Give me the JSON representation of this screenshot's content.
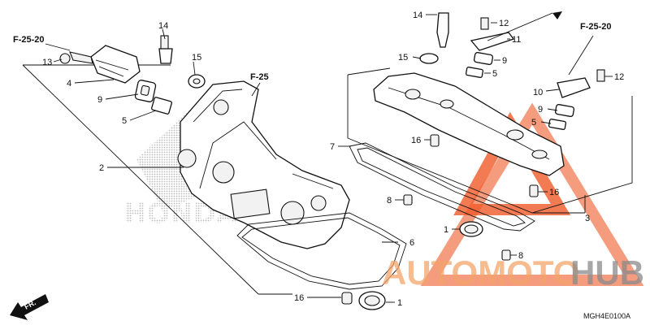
{
  "diagram": {
    "callouts": [
      {
        "id": "c14a",
        "text": "14"
      },
      {
        "id": "c15a",
        "text": "15"
      },
      {
        "id": "c13",
        "text": "13"
      },
      {
        "id": "c4",
        "text": "4"
      },
      {
        "id": "c9a",
        "text": "9"
      },
      {
        "id": "c5a",
        "text": "5"
      },
      {
        "id": "c2",
        "text": "2"
      },
      {
        "id": "c16a",
        "text": "16"
      },
      {
        "id": "c6",
        "text": "6"
      },
      {
        "id": "c1a",
        "text": "1"
      },
      {
        "id": "c14b",
        "text": "14"
      },
      {
        "id": "c12a",
        "text": "12"
      },
      {
        "id": "c11",
        "text": "11"
      },
      {
        "id": "c15b",
        "text": "15"
      },
      {
        "id": "c9b",
        "text": "9"
      },
      {
        "id": "c5b",
        "text": "5"
      },
      {
        "id": "c10",
        "text": "10"
      },
      {
        "id": "c12b",
        "text": "12"
      },
      {
        "id": "c9c",
        "text": "9"
      },
      {
        "id": "c5c",
        "text": "5"
      },
      {
        "id": "c7",
        "text": "7"
      },
      {
        "id": "c16b",
        "text": "16"
      },
      {
        "id": "c8a",
        "text": "8"
      },
      {
        "id": "c16c",
        "text": "16"
      },
      {
        "id": "c3",
        "text": "3"
      },
      {
        "id": "c1b",
        "text": "1"
      },
      {
        "id": "c8b",
        "text": "8"
      }
    ],
    "references": {
      "left": "F-25-20",
      "center": "F-25",
      "right": "F-25-20"
    },
    "front_arrow": "FR.",
    "diagram_code": "MGH4E0100A"
  },
  "watermark": {
    "brand_part1": "AUTOMOTO",
    "brand_part2": "HUB",
    "background_logo": "HONDA",
    "colors": {
      "accent": "#f05a28",
      "grey": "#8a8a8a"
    }
  }
}
